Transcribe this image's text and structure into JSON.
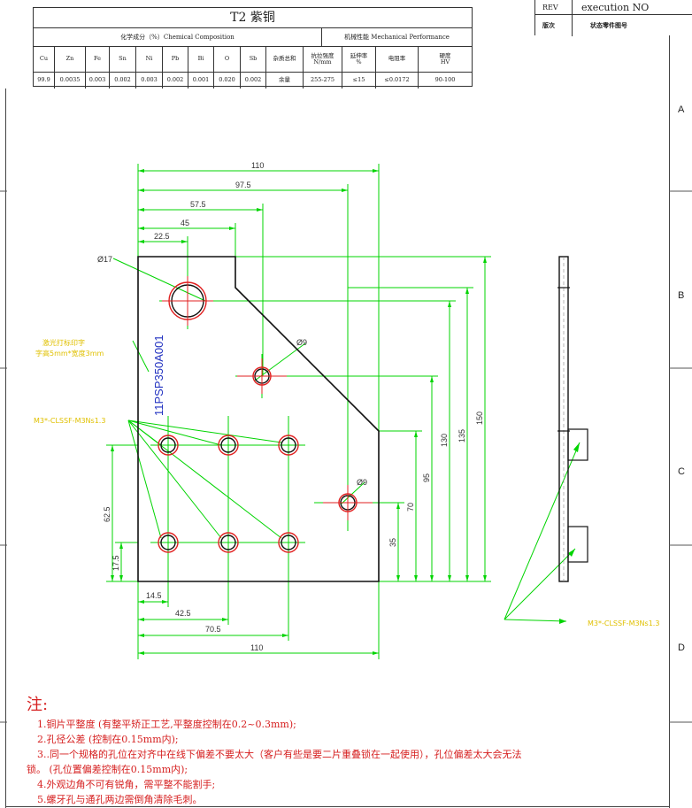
{
  "composition": {
    "title": "T2 紫铜",
    "group_chemical": "化学成分（%）Chemical Composition",
    "group_mechanical": "机械性能 Mechanical Performance",
    "headers": [
      "Cu",
      "Zn",
      "Fe",
      "Sn",
      "Ni",
      "Pb",
      "Bi",
      "O",
      "Sb",
      "杂质总和",
      "抗拉强度\nN/mm",
      "延伸率\n%",
      "电阻率",
      "硬度\nHV"
    ],
    "values": [
      "99.9",
      "0.0035",
      "0.003",
      "0.002",
      "0.003",
      "0.002",
      "0.001",
      "0.020",
      "0.002",
      "余量",
      "255-275",
      "≤15",
      "≤0.0172",
      "90-100"
    ]
  },
  "rev_block": {
    "rev_label": "REV",
    "rev_value": "execution NO",
    "ver_label": "版次",
    "ver_value": "状态零件图号"
  },
  "zones": [
    "A",
    "B",
    "C",
    "D"
  ],
  "drawing": {
    "part_number": "11PSP350A001",
    "laser_note_line1": "激光打标印字",
    "laser_note_line2": "字高5mm*宽度3mm",
    "thread_callout": "M3*-CLSSF-M3Ns1.3",
    "side_thread_callout": "M3*-CLSSF-M3Ns1.3",
    "hole_dia_large": "Ø17",
    "hole_dia_small_1": "Ø9",
    "hole_dia_small_2": "Ø9",
    "top_dims": [
      "110",
      "97.5",
      "57.5",
      "45",
      "22.5"
    ],
    "right_dims": [
      "150",
      "135",
      "130",
      "95",
      "70",
      "35"
    ],
    "left_dims": [
      "62.5",
      "17.5"
    ],
    "bottom_dims": [
      "14.5",
      "42.5",
      "70.5",
      "110"
    ]
  },
  "notes": {
    "heading": "注:",
    "items": [
      "1.铜片平整度  (有整平矫正工艺,平整度控制在0.2~0.3mm);",
      "2.孔径公差   (控制在0.15mm内);",
      "3..同一个规格的孔位在对齐中在线下偏差不要太大（客户有些是要二片重叠锁在一起使用），孔位偏差太大会无法",
      "锁。  (孔位置偏差控制在0.15mm内);",
      "4.外观边角不可有锐角，需平整不能割手;",
      "5.螺牙孔与通孔两边需倒角清除毛刺。"
    ]
  }
}
